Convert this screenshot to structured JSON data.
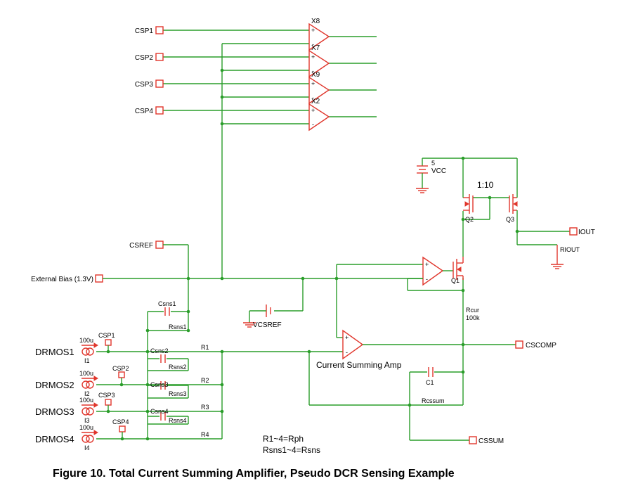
{
  "caption": "Figure 10. Total Current Summing Amplifier, Pseudo DCR Sensing Example",
  "ports": {
    "csp1": "CSP1",
    "csp2": "CSP2",
    "csp3": "CSP3",
    "csp4": "CSP4",
    "csref": "CSREF",
    "external_bias": "External Bias (1.3V)",
    "iout": "IOUT",
    "cscomp": "CSCOMP",
    "cssum": "CSSUM"
  },
  "amplifiers": {
    "x8": "X8",
    "x7": "X7",
    "x9": "X9",
    "x2": "X2",
    "summing_label": "Current Summing Amp"
  },
  "sources": {
    "drmos1": "DRMOS1",
    "drmos2": "DRMOS2",
    "drmos3": "DRMOS3",
    "drmos4": "DRMOS4",
    "i1": "I1",
    "i2": "I2",
    "i3": "I3",
    "i4": "I4",
    "value": "100u",
    "tap1": "CSP1",
    "tap2": "CSP2",
    "tap3": "CSP3",
    "tap4": "CSP4"
  },
  "components": {
    "csns1": "Csns1",
    "csns2": "Csns2",
    "csns3": "Csns3",
    "csns4": "Csns4",
    "rsns1": "Rsns1",
    "rsns2": "Rsns2",
    "rsns3": "Rsns3",
    "rsns4": "Rsns4",
    "r1": "R1",
    "r2": "R2",
    "r3": "R3",
    "r4": "R4",
    "vcsref": "VCSREF",
    "vcc_value": "5",
    "vcc": "VCC",
    "ratio": "1:10",
    "q1": "Q1",
    "q2": "Q2",
    "q3": "Q3",
    "riout": "RIOUT",
    "rcur": "Rcur",
    "rcur_value": "100k",
    "c1": "C1",
    "rcssum": "Rcssum"
  },
  "notes": {
    "line1": "R1~4=Rph",
    "line2": "Rsns1~4=Rsns"
  }
}
